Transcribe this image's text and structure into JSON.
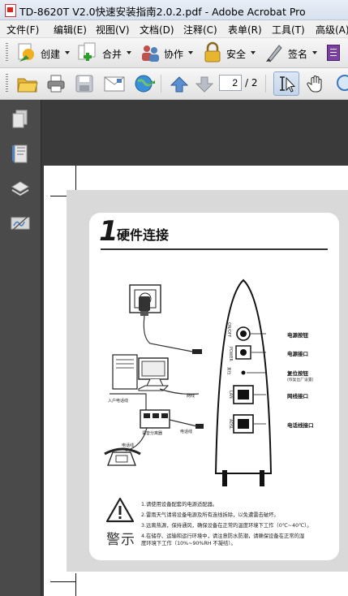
{
  "window": {
    "title": "TD-8620T V2.0快速安装指南2.0.2.pdf - Adobe Acrobat Pro"
  },
  "menu": [
    "文件(F)",
    "编辑(E)",
    "视图(V)",
    "文档(D)",
    "注释(C)",
    "表单(R)",
    "工具(T)",
    "高级(A)"
  ],
  "toolbar1": {
    "create": "创建",
    "combine": "合并",
    "collaborate": "协作",
    "secure": "安全",
    "sign": "签名"
  },
  "toolbar2": {
    "page_current": "2",
    "page_total": "/ 2"
  },
  "document": {
    "section_number": "1",
    "section_title": "硬件连接",
    "callouts": {
      "power_button": "电源按钮",
      "power_port": "电源接口",
      "reset_button": "复位按钮",
      "reset_sub": "(恢复出厂设置)",
      "lan_port": "网线接口",
      "line_port": "电话线接口"
    },
    "device_labels": {
      "onoff": "ON/OFF",
      "power": "POWER",
      "reset": "复位",
      "lan": "LAN",
      "adsl": "ADSL"
    },
    "diagram_labels": {
      "inlet": "入户电话线",
      "splitter": "语音分离器",
      "cable": "网线",
      "phoneline": "电话线",
      "phone": "电话线"
    },
    "warning_label": "警示",
    "notes": [
      "1.请使用设备配套的电源适配器。",
      "2.雷雨天气请将设备电源及所有连线拆除，以免遭雷击破坏。",
      "3.远离热源，保持通风，确保设备在正常的温度环境下工作（0℃~40℃）。",
      "4.在储存、运输和运行环境中，请注意防水防潮，请确保设备在正常的湿",
      "  度环境下工作（10%~90%RH 不凝结）。"
    ]
  },
  "colors": {
    "accent": "#2f6db6",
    "dark_panel": "#3a3a3a"
  }
}
